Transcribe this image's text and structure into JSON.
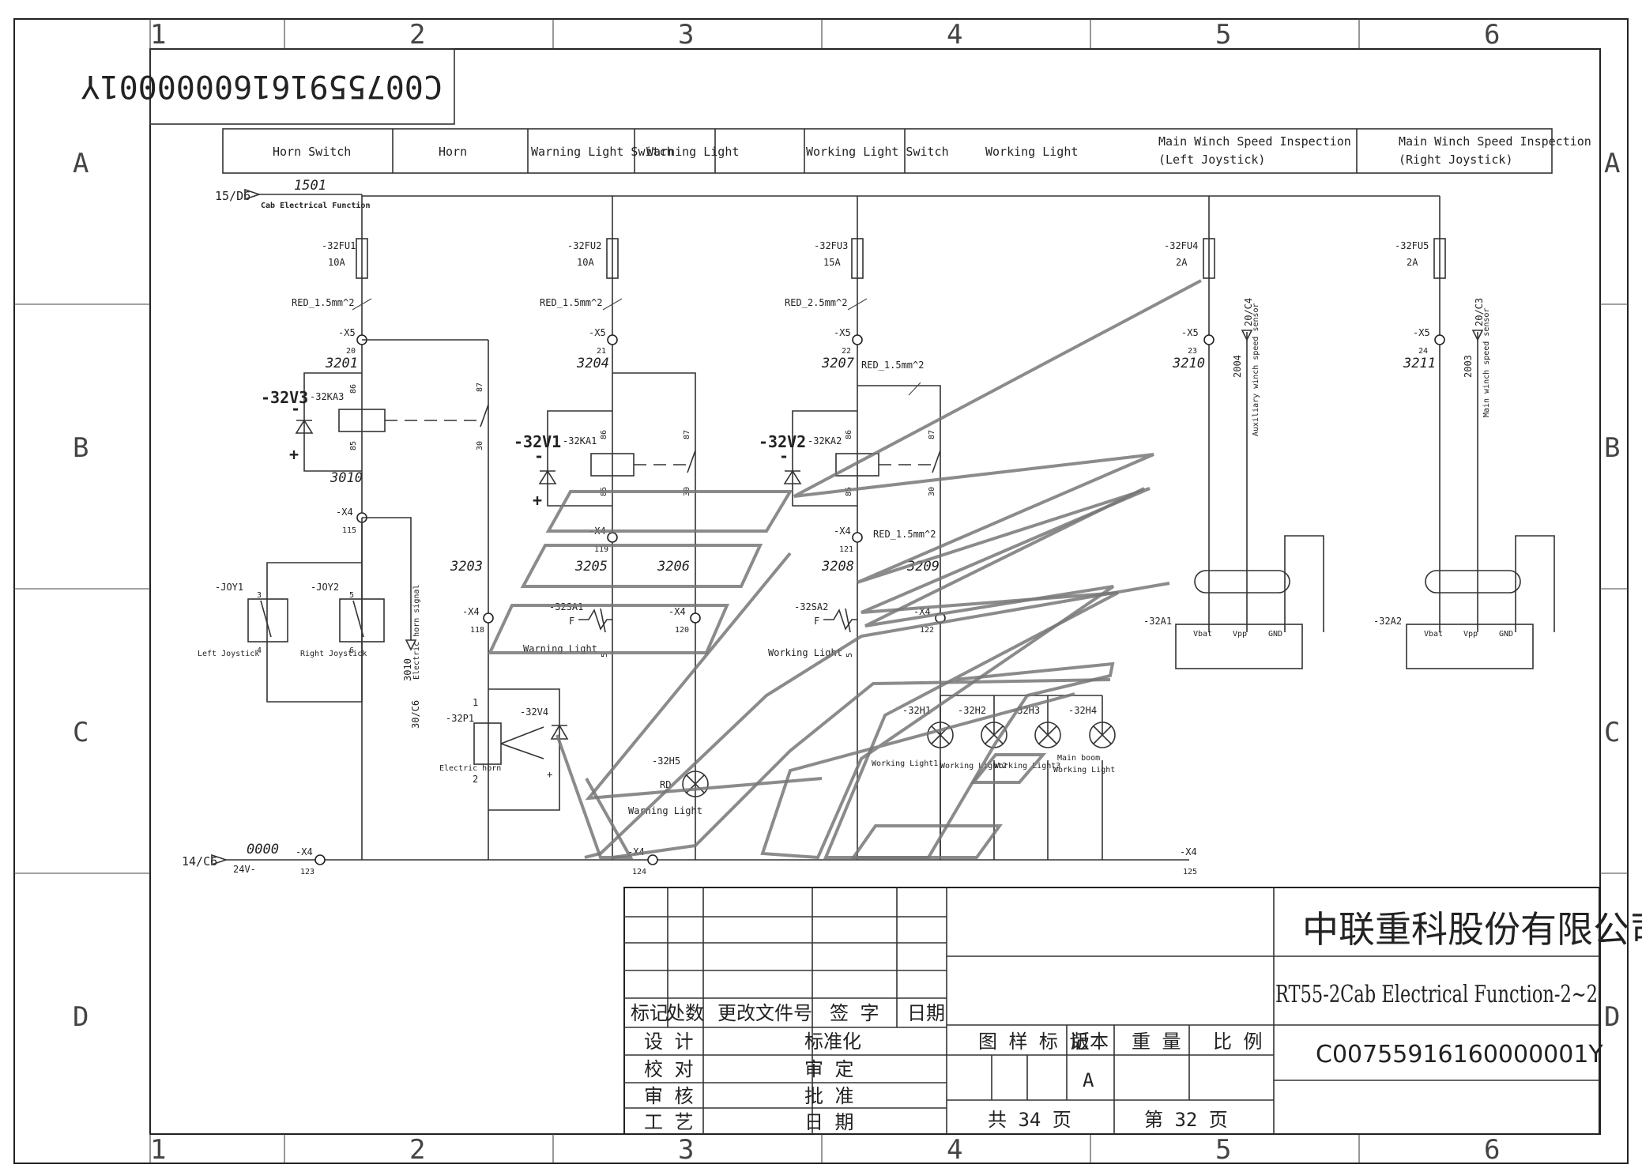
{
  "drawing": {
    "code_top": "C00755916160000001Y",
    "grid_columns": [
      "1",
      "2",
      "3",
      "4",
      "5",
      "6"
    ],
    "grid_rows": [
      "A",
      "B",
      "C",
      "D"
    ]
  },
  "header_cells": [
    "Horn Switch",
    "Horn",
    "Warning Light Switch",
    "Warning Light",
    "",
    "Working Light Switch",
    "Working Light",
    "Main Winch Speed Inspection\n(Left Joystick)",
    "Main Winch Speed Inspection\n(Right Joystick)"
  ],
  "header_main_left": [
    "Main Winch Speed Inspection",
    "(Left Joystick)"
  ],
  "header_main_right": [
    "Main Winch Speed Inspection",
    "(Right Joystick)"
  ],
  "power": {
    "ref_in": "15/D6",
    "wire": "1501",
    "name": "Cab Electrical Function",
    "ref_gnd": "14/C6",
    "gnd_wire": "0000",
    "gnd_volt": "24V-"
  },
  "fuses": [
    {
      "tag": "-32FU1",
      "rating": "10A",
      "wire": "RED_1.5mm^2"
    },
    {
      "tag": "-32FU2",
      "rating": "10A",
      "wire": "RED_1.5mm^2"
    },
    {
      "tag": "-32FU3",
      "rating": "15A",
      "wire": "RED_2.5mm^2"
    },
    {
      "tag": "-32FU4",
      "rating": "2A"
    },
    {
      "tag": "-32FU5",
      "rating": "2A"
    }
  ],
  "terminals": {
    "x5": "-X5",
    "x4": "-X4",
    "n20": "20",
    "n21": "21",
    "n22": "22",
    "n23": "23",
    "n24": "24",
    "n115": "115",
    "n119": "119",
    "n121": "121",
    "n118": "118",
    "n120": "120",
    "n122": "122",
    "n123": "123",
    "n124": "124",
    "n125": "125"
  },
  "wires": {
    "w3201": "3201",
    "w3204": "3204",
    "w3207": "3207",
    "w3210": "3210",
    "w3211": "3211",
    "w3010": "3010",
    "w3203": "3203",
    "w3205": "3205",
    "w3206": "3206",
    "w3208": "3208",
    "w3209": "3209",
    "red15": "RED_1.5mm^2"
  },
  "relays": {
    "ka3": "-32KA3",
    "ka1": "-32KA1",
    "ka2": "-32KA2",
    "p86": "86",
    "p85": "85",
    "p87": "87",
    "p30": "30"
  },
  "diodes": {
    "v3": "-32V3",
    "v1": "-32V1",
    "v2": "-32V2",
    "v4": "-32V4",
    "minus": "-",
    "plus": "+"
  },
  "joysticks": {
    "joy1": "-JOY1",
    "joy2": "-JOY2",
    "p3": "3",
    "p4": "4",
    "p5": "5",
    "p6": "6",
    "left": "Left Joystick",
    "right": "Right Joystick",
    "ref": "3010",
    "ref2": "30/C6",
    "signal": "Electric horn signal"
  },
  "horn": {
    "tag": "-32P1",
    "name": "Electric horn",
    "p1": "1",
    "p2": "2"
  },
  "switches": {
    "sa1": "-32SA1",
    "sa2": "-32SA2",
    "wl": "Warning Light",
    "wk": "Working Light",
    "p5": "5",
    "flag": "F"
  },
  "lamps": {
    "h5": "-32H5",
    "rd": "RD",
    "h5_name": "Warning Light",
    "h1": "-32H1",
    "h2": "-32H2",
    "h3": "-32H3",
    "h4": "-32H4",
    "n1": "Working Light1",
    "n2": "Working Light2",
    "n3": "Working Light3",
    "n4a": "Main boom",
    "n4b": "Working Light"
  },
  "sensors": {
    "a1": "-32A1",
    "a2": "-32A2",
    "vbat": "Vbat",
    "vpp": "Vpp",
    "gnd": "GND",
    "c4": "20/C4",
    "c3": "20/C3",
    "w2004": "2004",
    "w2003": "2003",
    "aux": "Auxiliary winch speed sensor",
    "main": "Main winch speed sensor"
  },
  "title_block": {
    "company": "中联重科股份有限公司",
    "title": "RT55-2Cab Electrical Function-2~2",
    "code": "C00755916160000001Y",
    "rev_row": [
      "标记",
      "处数",
      "更改文件号",
      "签 字",
      "日期"
    ],
    "left_rows": [
      [
        "设 计",
        "标准化"
      ],
      [
        "校 对",
        "审 定"
      ],
      [
        "审 核",
        "批 准"
      ],
      [
        "工 艺",
        "日 期"
      ]
    ],
    "meta_headers": [
      "图 样 标 记",
      "版本",
      "重 量",
      "比 例"
    ],
    "version": "A",
    "total": "共 34 页",
    "page": "第 32 页"
  }
}
